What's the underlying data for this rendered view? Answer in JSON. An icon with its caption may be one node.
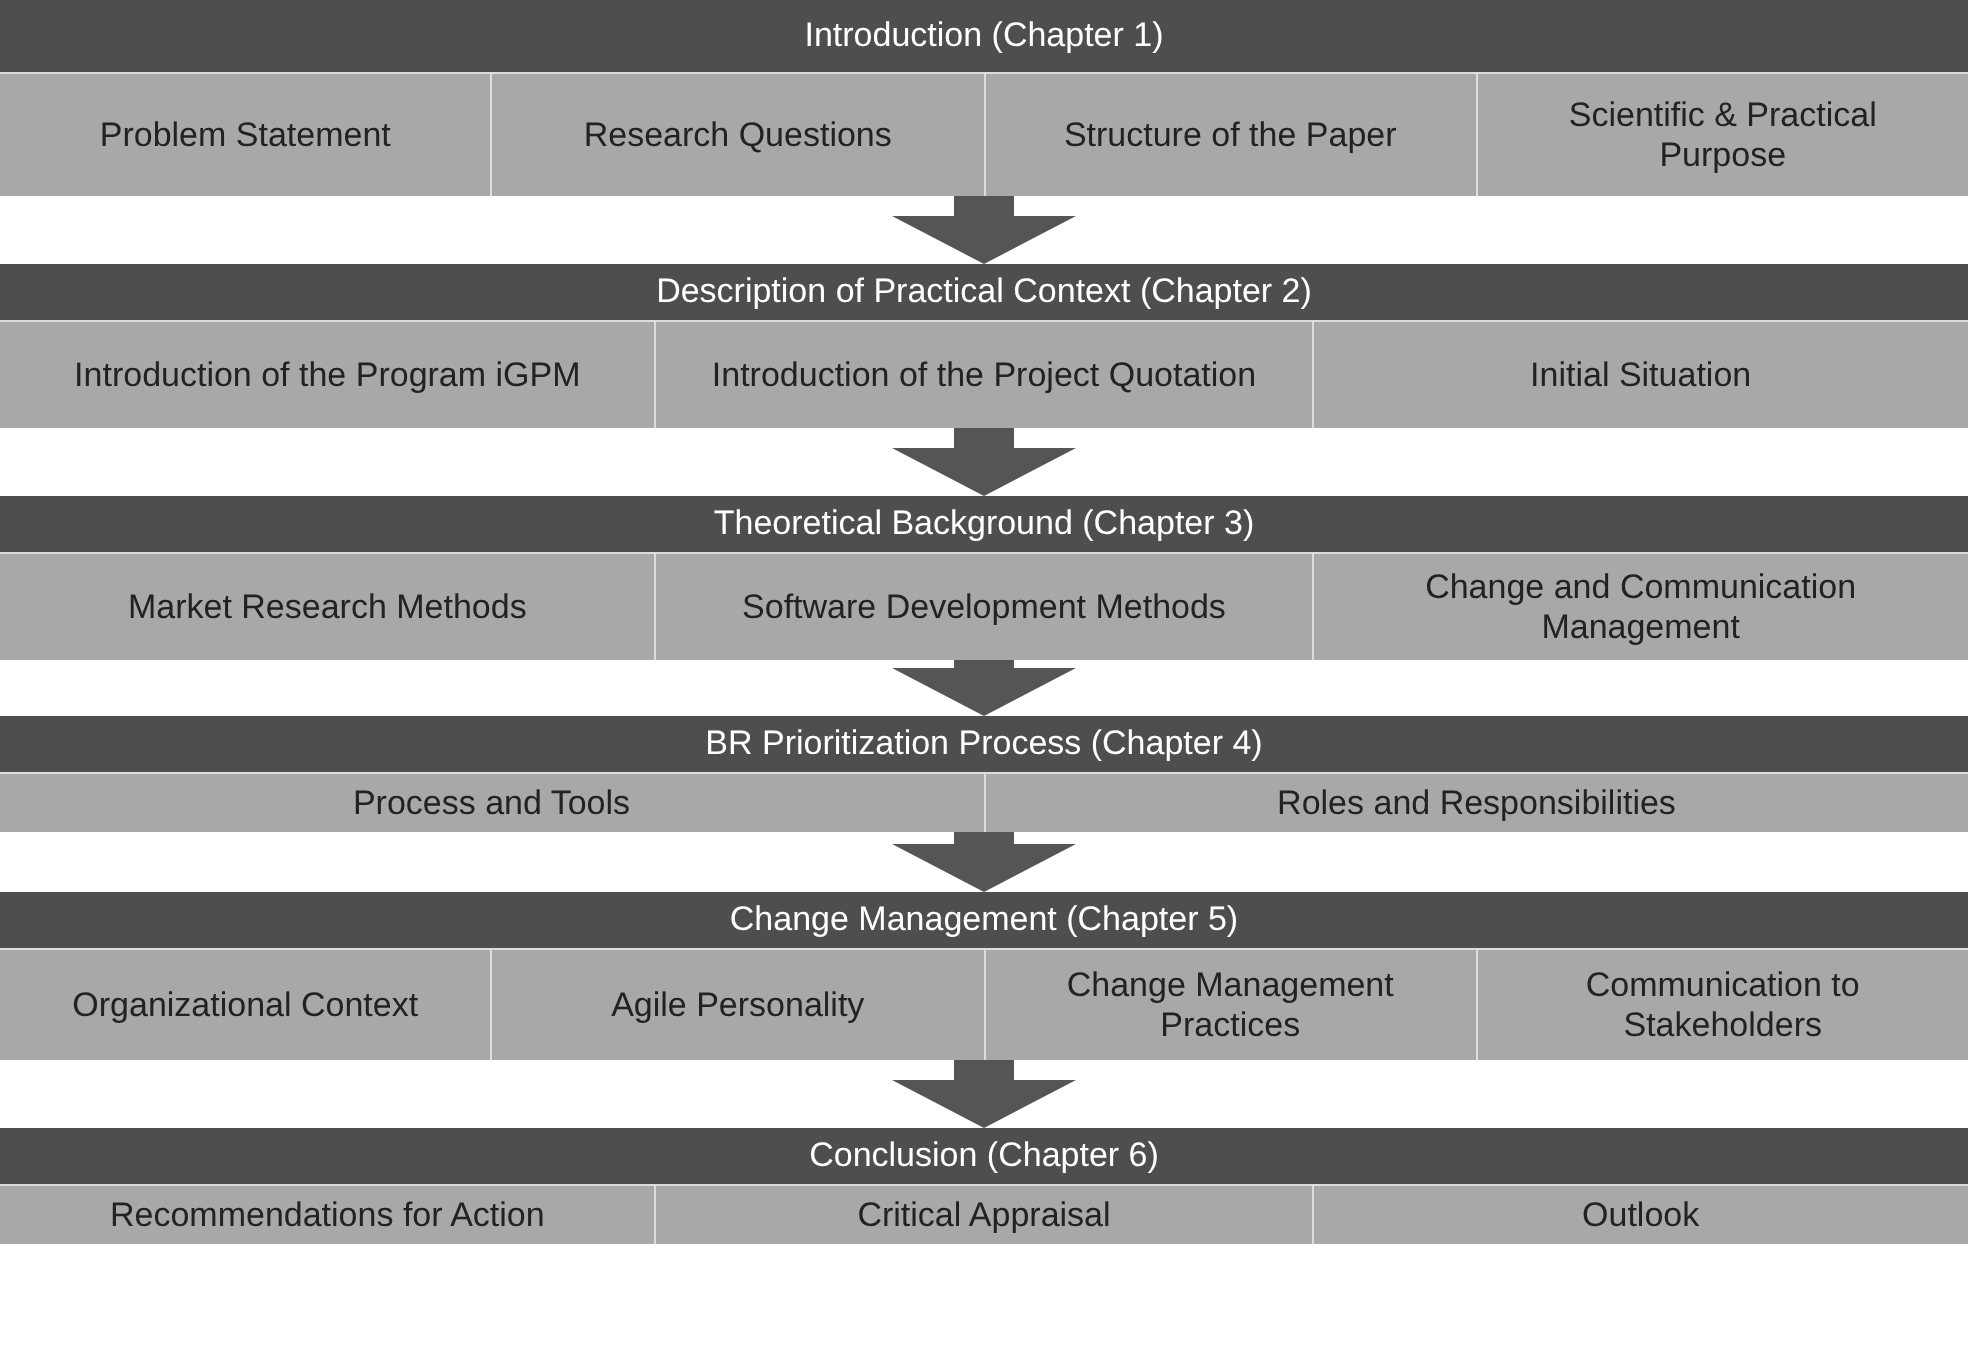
{
  "diagram": {
    "nodes": [
      {
        "text": [
          "Introduction (Chapter 1)"
        ]
      },
      {
        "text": [
          "Problem Statement"
        ],
        "in": 0
      },
      {
        "text": [
          "Research Questions"
        ],
        "in": 0
      },
      {
        "text": [
          "Structure of the Paper"
        ],
        "in": 0
      },
      {
        "text": [
          "Scientific & Practical Purpose"
        ],
        "in": 0
      },
      {
        "text": [
          "Description of Practical Context (Chapter 2)"
        ]
      },
      {
        "text": [
          "Introduction of the Program iGPM"
        ],
        "in": 5
      },
      {
        "text": [
          "Introduction of the Project Quotation"
        ],
        "in": 5
      },
      {
        "text": [
          "Initial Situation"
        ],
        "in": 5
      },
      {
        "text": [
          "Theoretical Background (Chapter 3)"
        ]
      },
      {
        "text": [
          "Market Research Methods"
        ],
        "in": 9
      },
      {
        "text": [
          "Software Development Methods"
        ],
        "in": 9
      },
      {
        "text": [
          "Change and Communication Management"
        ],
        "in": 9
      },
      {
        "text": [
          "BR Prioritization Process (Chapter 4)"
        ]
      },
      {
        "text": [
          "Process and Tools"
        ],
        "in": 13
      },
      {
        "text": [
          "Roles and Responsibilities"
        ],
        "in": 13
      },
      {
        "text": [
          "Change Management (Chapter 5)"
        ]
      },
      {
        "text": [
          "Organizational Context"
        ],
        "in": 16
      },
      {
        "text": [
          "Agile Personality"
        ],
        "in": 16
      },
      {
        "text": [
          "Change Management Practices"
        ],
        "in": 16
      },
      {
        "text": [
          "Communication to Stakeholders"
        ],
        "in": 16
      },
      {
        "text": [
          "Conclusion (Chapter 6)"
        ]
      },
      {
        "text": [
          "Recommendations for Action"
        ],
        "in": 21
      },
      {
        "text": [
          "Critical Appraisal"
        ],
        "in": 21
      },
      {
        "text": [
          "Outlook"
        ],
        "in": 21
      }
    ],
    "edges": [
      {
        "from": 0,
        "to": 5,
        "arrow": "to"
      },
      {
        "from": 5,
        "to": 9,
        "arrow": "to"
      },
      {
        "from": 9,
        "to": 13,
        "arrow": "to"
      },
      {
        "from": 13,
        "to": 16,
        "arrow": "to"
      },
      {
        "from": 16,
        "to": 21,
        "arrow": "to"
      }
    ]
  }
}
